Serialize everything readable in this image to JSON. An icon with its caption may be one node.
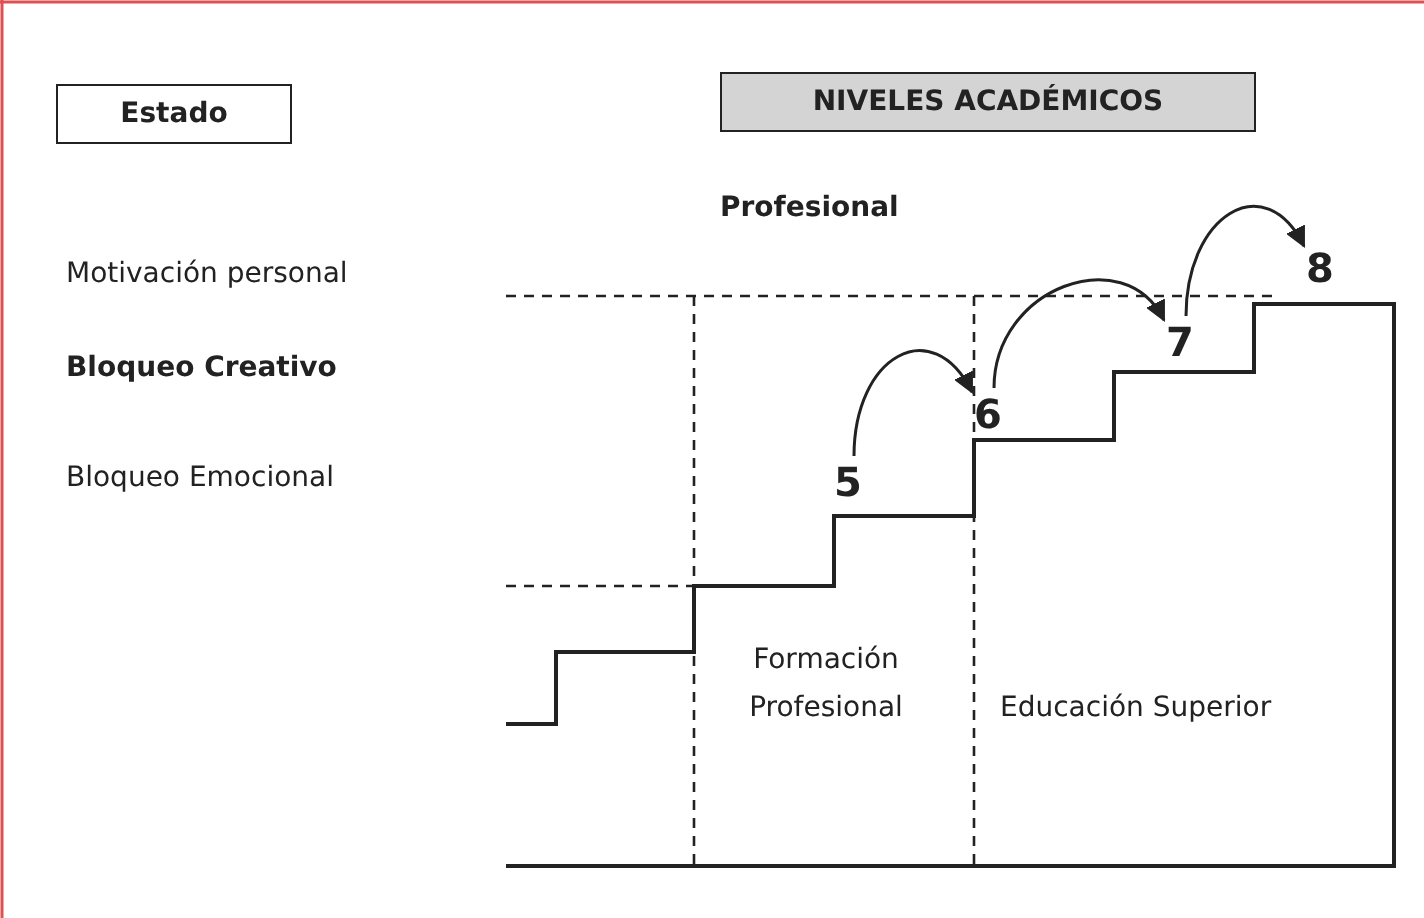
{
  "diagram": {
    "nodes": [
      {
        "text": [
          "Estado"
        ]
      },
      {
        "text": [
          "NIVELES ACADÉMICOS"
        ]
      },
      {
        "text": [
          "5"
        ]
      },
      {
        "text": [
          "6"
        ]
      },
      {
        "text": [
          "7"
        ]
      },
      {
        "text": [
          "8"
        ]
      }
    ],
    "edges": [
      {
        "from": 2,
        "to": 3,
        "arrow": "to"
      },
      {
        "from": 3,
        "to": 4,
        "arrow": "to"
      },
      {
        "from": 4,
        "to": 5,
        "arrow": "to"
      }
    ],
    "labels": [
      "Profesional",
      "Motivación personal",
      "Bloqueo Creativo",
      "Bloqueo Emocional",
      "Formación Profesional",
      "Educación Superior"
    ]
  }
}
